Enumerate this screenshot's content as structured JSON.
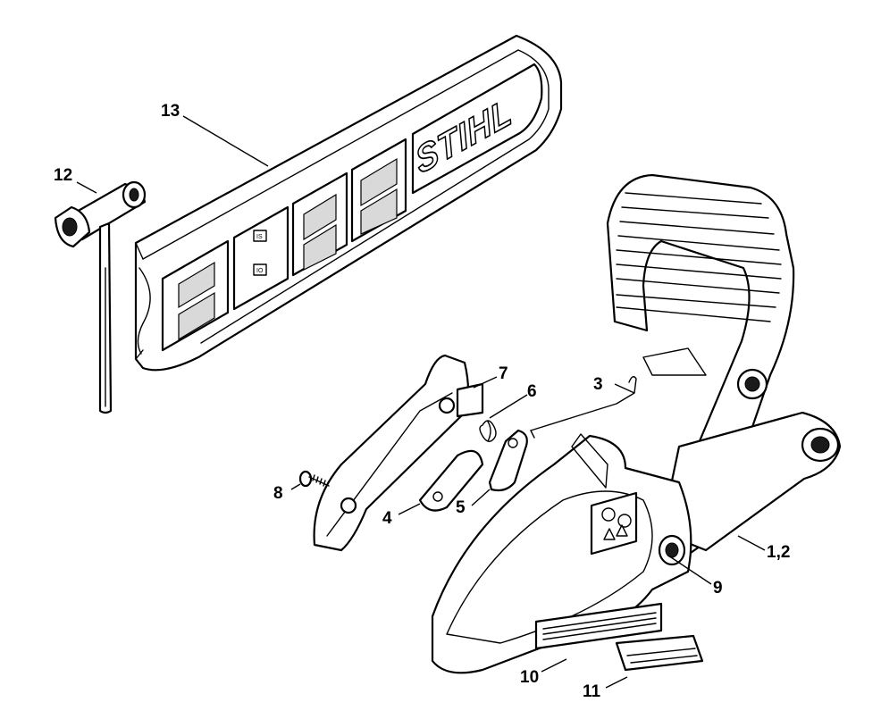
{
  "brand_logo_text": "STIHL",
  "callouts": [
    {
      "id": "13",
      "label": "13"
    },
    {
      "id": "12",
      "label": "12"
    },
    {
      "id": "7",
      "label": "7"
    },
    {
      "id": "6",
      "label": "6"
    },
    {
      "id": "3",
      "label": "3"
    },
    {
      "id": "8",
      "label": "8"
    },
    {
      "id": "4",
      "label": "4"
    },
    {
      "id": "5",
      "label": "5"
    },
    {
      "id": "1_2",
      "label": "1,2"
    },
    {
      "id": "9",
      "label": "9"
    },
    {
      "id": "10",
      "label": "10"
    },
    {
      "id": "11",
      "label": "11"
    }
  ],
  "colors": {
    "line": "#000000",
    "background": "#ffffff"
  }
}
